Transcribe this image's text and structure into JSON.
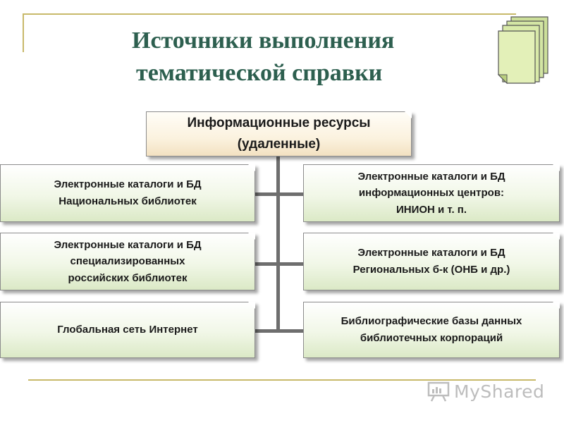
{
  "title": {
    "line1": "Источники выполнения",
    "line2": "тематической справки"
  },
  "header_box": {
    "line1": "Информационные ресурсы",
    "line2": "(удаленные)"
  },
  "left_boxes": [
    {
      "lines": [
        "Электронные каталоги и БД",
        "Национальных библиотек"
      ]
    },
    {
      "lines": [
        "Электронные каталоги и БД",
        "специализированных",
        "российских библиотек"
      ]
    },
    {
      "lines": [
        "Глобальная сеть Интернет"
      ]
    }
  ],
  "right_boxes": [
    {
      "lines": [
        "Электронные каталоги и БД",
        "информационных центров:",
        "ИНИОН и т. п."
      ]
    },
    {
      "lines": [
        "Электронные каталоги и БД",
        "Региональных б-к (ОНБ и др.)"
      ]
    },
    {
      "lines": [
        "Библиографические базы данных",
        "библиотечных корпораций"
      ]
    }
  ],
  "logo": {
    "text": "MyShared",
    "icon": "presentation-board-icon"
  },
  "colors": {
    "title": "#2d5f4f",
    "box_fill": "#dbe9c6",
    "header_fill": "#f3e1c1",
    "connector": "#6e6e6e",
    "frame": "#c8b96a"
  }
}
